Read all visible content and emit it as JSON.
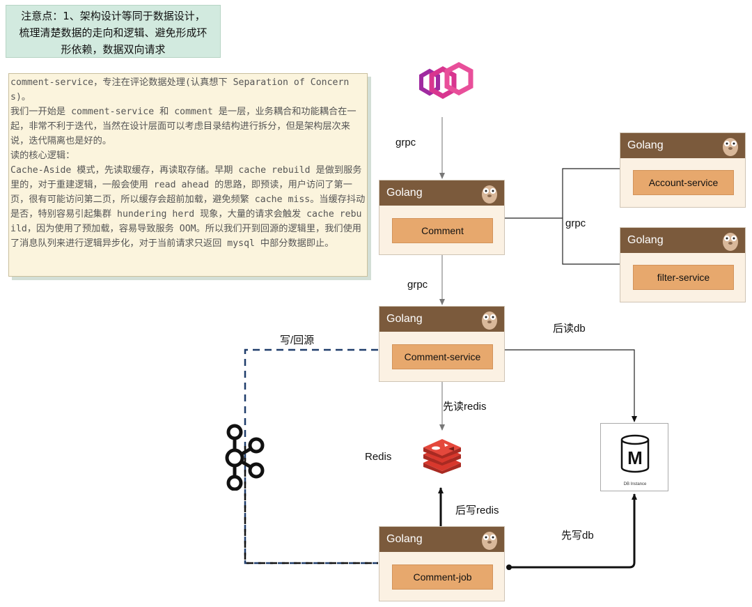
{
  "note": {
    "line1": "注意点：1、架构设计等同于数据设计，",
    "line2": "梳理清楚数据的走向和逻辑、避免形成环",
    "line3": "形依赖，数据双向请求"
  },
  "description": "comment-service，专注在评论数据处理(认真想下 Separation of Concerns)。\n我们一开始是 comment-service 和 comment 是一层，业务耦合和功能耦合在一起，非常不利于迭代，当然在设计层面可以考虑目录结构进行拆分，但是架构层次来说，迭代隔离也是好的。\n读的核心逻辑：\nCache-Aside 模式，先读取缓存，再读取存储。早期 cache rebuild 是做到服务里的，对于重建逻辑，一般会使用 read ahead 的思路，即预读，用户访问了第一页，很有可能访问第二页，所以缓存会超前加载，避免频繁 cache miss。当缓存抖动是否，特别容易引起集群 hundering herd 现象，大量的请求会触发 cache rebuild，因为使用了预加载，容易导致服务 OOM。所以我们开到回源的逻辑里，我们使用了消息队列来进行逻辑异步化，对于当前请求只返回 mysql 中部分数据即止。",
  "boxes": {
    "comment": {
      "head": "Golang",
      "label": "Comment"
    },
    "comment_service": {
      "head": "Golang",
      "label": "Comment-service"
    },
    "comment_job": {
      "head": "Golang",
      "label": "Comment-job"
    },
    "account_service": {
      "head": "Golang",
      "label": "Account-service"
    },
    "filter_service": {
      "head": "Golang",
      "label": "filter-service"
    }
  },
  "labels": {
    "grpc_top": "grpc",
    "grpc_mid": "grpc",
    "grpc_right": "grpc",
    "write_backsource": "写/回源",
    "read_db_later": "后读db",
    "read_redis_first": "先读redis",
    "redis": "Redis",
    "write_redis_later": "后写redis",
    "write_db_first": "先写db"
  },
  "db": {
    "letter": "M",
    "caption": "DB Instance"
  },
  "colors": {
    "golang_head": "#7b5a3c",
    "golang_body": "#fbf1e3",
    "button": "#e7a86d",
    "envoy_magenta": "#d8368f",
    "redis_red": "#d8382d",
    "kafka_dashed": "#1f3d6b"
  }
}
